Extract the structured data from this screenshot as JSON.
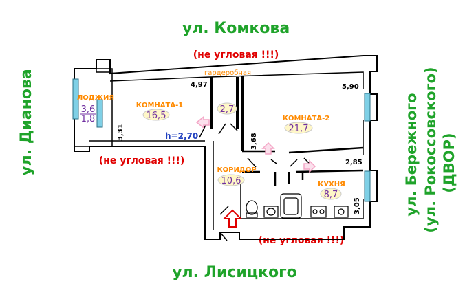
{
  "streets": {
    "top": "ул. Комкова",
    "bottom": "ул. Лисицкого",
    "left": "ул. Дианова",
    "right_line1": "ул. Бережного",
    "right_line2": "(ул. Рокоссовского)",
    "right_line3": "(ДВОР)"
  },
  "warnings": {
    "top": "(не угловая !!!)",
    "middle": "(не угловая !!!)",
    "bottom": "(не угловая !!!)"
  },
  "rooms": {
    "loggia": {
      "name": "ЛОДЖИЯ",
      "area_top": "3,6",
      "area_bottom": "1,8"
    },
    "room1": {
      "name": "КОМНАТА-1",
      "area": "16,5"
    },
    "wardrobe": {
      "name": "гардеробная",
      "area": "2,7"
    },
    "room2": {
      "name": "КОМНАТА-2",
      "area": "21,7"
    },
    "corridor": {
      "name": "КОРИДОР",
      "area": "10,6"
    },
    "kitchen": {
      "name": "КУХНЯ",
      "area": "8,7"
    }
  },
  "dimensions": {
    "room1_width": "4,97",
    "room1_depth": "3,31",
    "room2_width": "5,90",
    "room2_depth": "3,68",
    "kitchen_width": "2,85",
    "kitchen_depth": "3,05",
    "ceiling_height": "h=2,70"
  },
  "colors": {
    "street": "#1fa32a",
    "warning": "#e00000",
    "room_name": "#ff8a00",
    "area": "#7030a0",
    "window": "#7fd0e6",
    "entrance_arrow": "#e00000",
    "door_arrow": "#f4a6c6"
  },
  "icons": [
    "entrance-arrow-icon",
    "door-arrow-icon",
    "toilet-icon",
    "bathtub-icon",
    "sink-icon",
    "stove-icon"
  ]
}
